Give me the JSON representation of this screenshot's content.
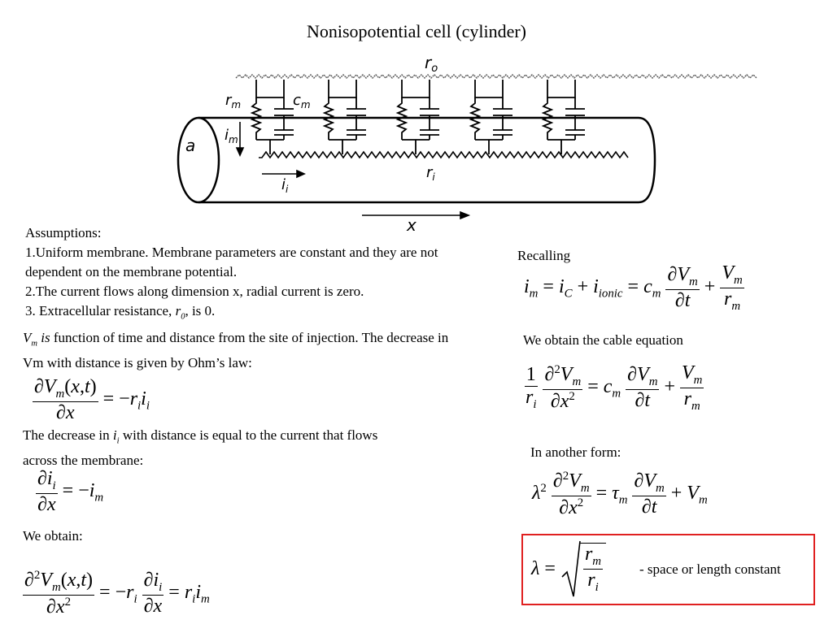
{
  "title": "Nonisopotential cell (cylinder)",
  "diagram": {
    "labels": {
      "ro": "r",
      "ro_sub": "o",
      "rm": "r",
      "rm_sub": "m",
      "cm": "c",
      "cm_sub": "m",
      "im": "i",
      "im_sub": "m",
      "a": "a",
      "ri": "r",
      "ri_sub": "i",
      "ii": "i",
      "ii_sub": "i",
      "x": "x"
    }
  },
  "assumptions": {
    "heading": "Assumptions:",
    "item1": "1.Uniform membrane. Membrane parameters are constant and they are not dependent on the membrane potential.",
    "item2": "2.The current flows along dimension x, radial current is zero.",
    "item3_prefix": "3. Extracellular resistance, ",
    "item3_var": "r",
    "item3_sub": "0",
    "item3_suffix": ", is 0."
  },
  "paragraphs": {
    "vm_var": "V",
    "vm_sub": "m",
    "vm_is": " is",
    "vm_text": " function of time and distance from the site of injection. The decrease in Vm with distance is given by Ohm’s law:",
    "decrease_prefix": "The decrease in ",
    "decrease_var": "i",
    "decrease_sub": "i",
    "decrease_text": " with distance is equal to the current that flows across the membrane:",
    "we_obtain": "We obtain:",
    "recalling": "Recalling",
    "cable": "We obtain the cable equation",
    "another_form": "In another form:",
    "space_constant": "- space or length constant"
  }
}
